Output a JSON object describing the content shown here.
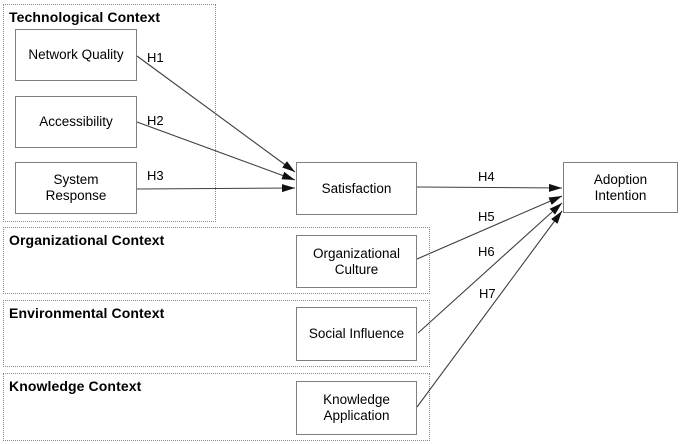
{
  "figure": {
    "contexts": [
      {
        "title": "Technological Context"
      },
      {
        "title": "Organizational Context"
      },
      {
        "title": "Environmental Context"
      },
      {
        "title": "Knowledge Context"
      }
    ],
    "nodes": {
      "network_quality": "Network Quality",
      "accessibility": "Accessibility",
      "system_response": "System\nResponse",
      "satisfaction": "Satisfaction",
      "organizational_culture": "Organizational\nCulture",
      "social_influence": "Social Influence",
      "knowledge_application": "Knowledge\nApplication",
      "adoption_intention": "Adoption\nIntention"
    },
    "hypotheses": [
      {
        "label": "H1",
        "from": "Network Quality",
        "to": "Satisfaction"
      },
      {
        "label": "H2",
        "from": "Accessibility",
        "to": "Satisfaction"
      },
      {
        "label": "H3",
        "from": "System Response",
        "to": "Satisfaction"
      },
      {
        "label": "H4",
        "from": "Satisfaction",
        "to": "Adoption Intention"
      },
      {
        "label": "H5",
        "from": "Organizational Culture",
        "to": "Adoption Intention"
      },
      {
        "label": "H6",
        "from": "Social Influence",
        "to": "Adoption Intention"
      },
      {
        "label": "H7",
        "from": "Knowledge Application",
        "to": "Adoption Intention"
      }
    ],
    "colors": {
      "background": "#ffffff",
      "box_border": "#7f7f7f",
      "container_border": "#8a8a8a",
      "line": "#3f3f3f",
      "arrowhead": "#111111",
      "text": "#000000"
    }
  }
}
